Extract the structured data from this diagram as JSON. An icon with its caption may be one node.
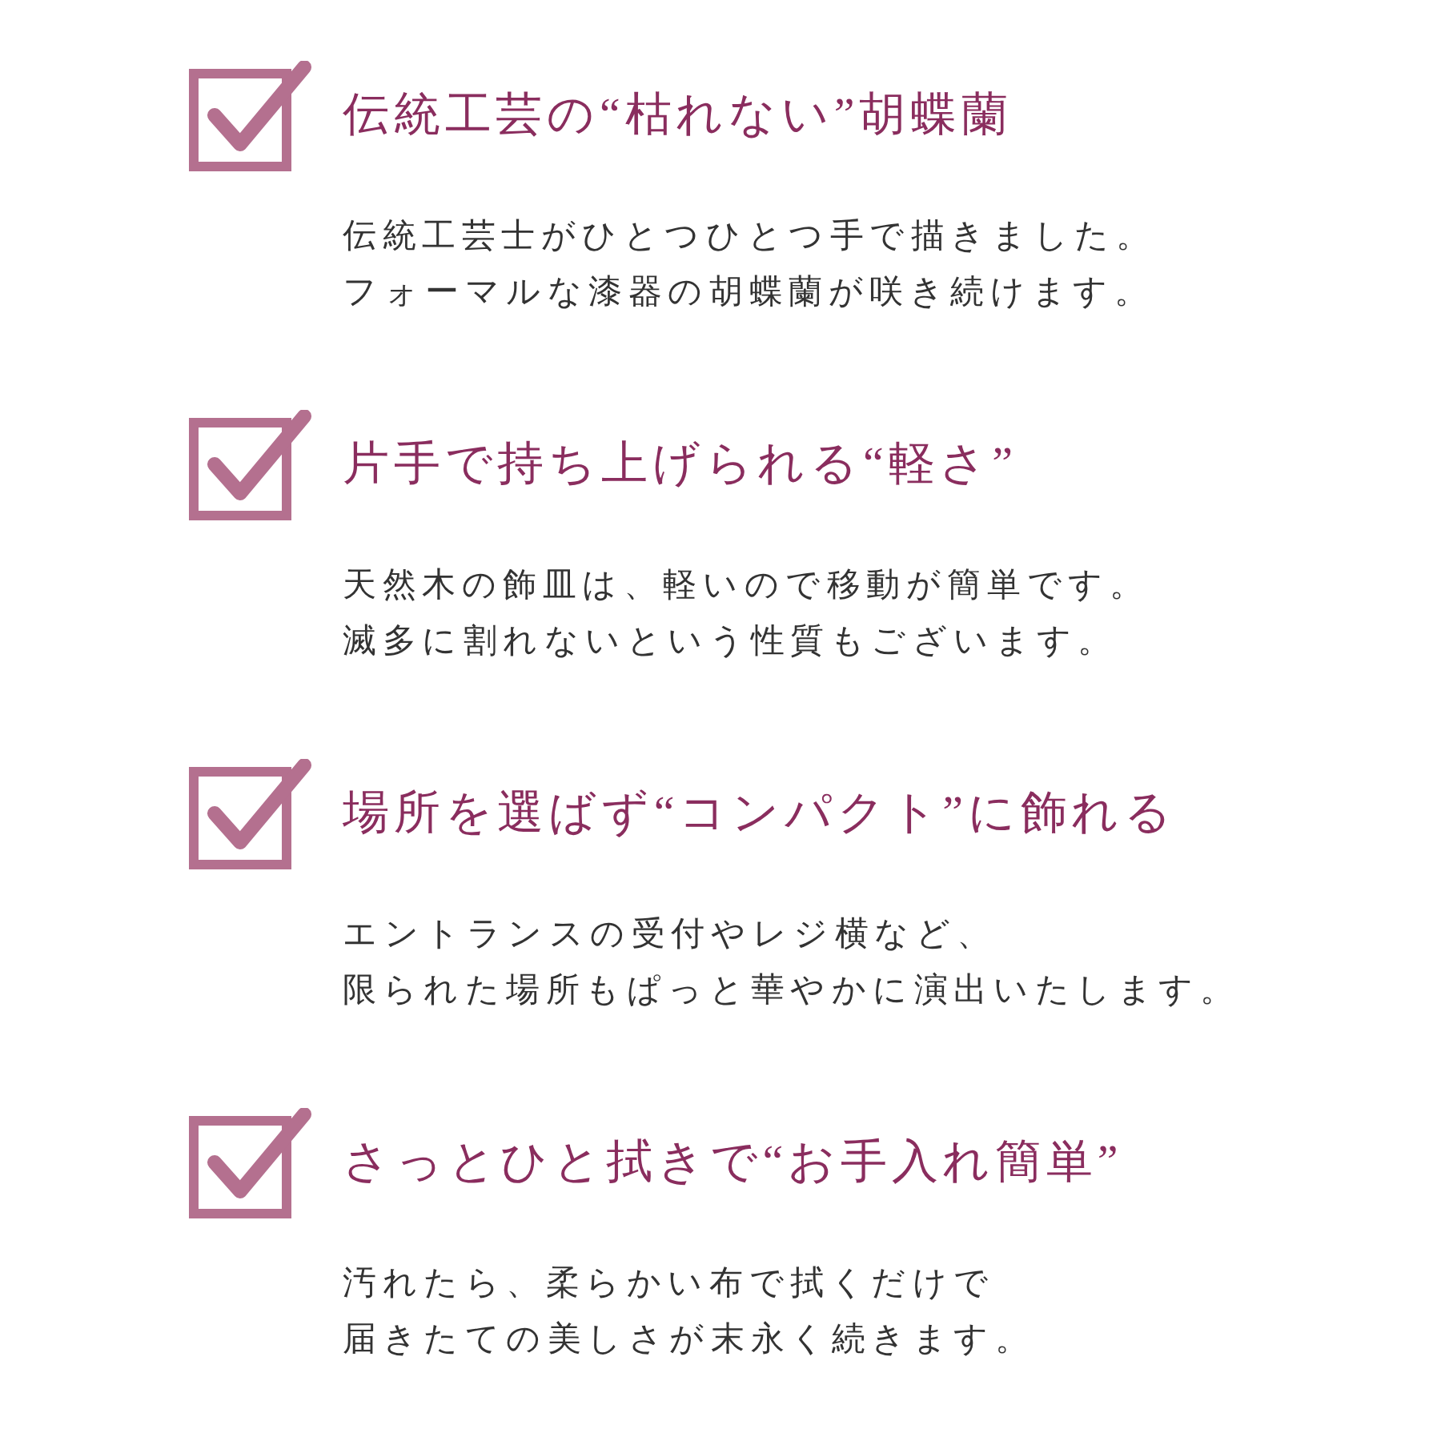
{
  "diagram": {
    "labels": [
      "伝統工芸の“枯れない”胡蝶蘭",
      "伝統工芸士がひとつひとつ手で描きました。",
      "フォーマルな漆器の胡蝶蘭が咲き続けます。",
      "片手で持ち上げられる“軽さ”",
      "天然木の飾皿は、軽いので移動が簡単です。",
      "滅多に割れないという性質もございます。",
      "場所を選ばず“コンパクト”に飾れる",
      "エントランスの受付やレジ横など、",
      "限られた場所もぱっと華やかに演出いたします。",
      "さっとひと拭きで“お手入れ簡単”",
      "汚れたら、柔らかい布で拭くだけで",
      "届きたての美しさが末永く続きます。"
    ]
  }
}
